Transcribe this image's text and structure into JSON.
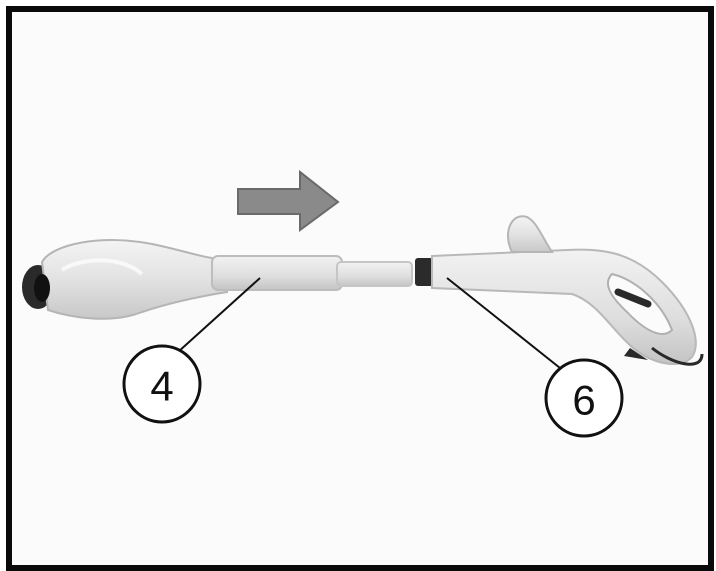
{
  "figure": {
    "callouts": [
      {
        "id": "callout-4",
        "label": "4"
      },
      {
        "id": "callout-6",
        "label": "6"
      }
    ],
    "direction_arrow": "right-arrow-icon",
    "colors": {
      "frame": "#0a0a0a",
      "background": "#fbfbfb",
      "device_body": "#e6e6e6",
      "arrow": "#8a8a8a",
      "callout_stroke": "#111111"
    }
  }
}
